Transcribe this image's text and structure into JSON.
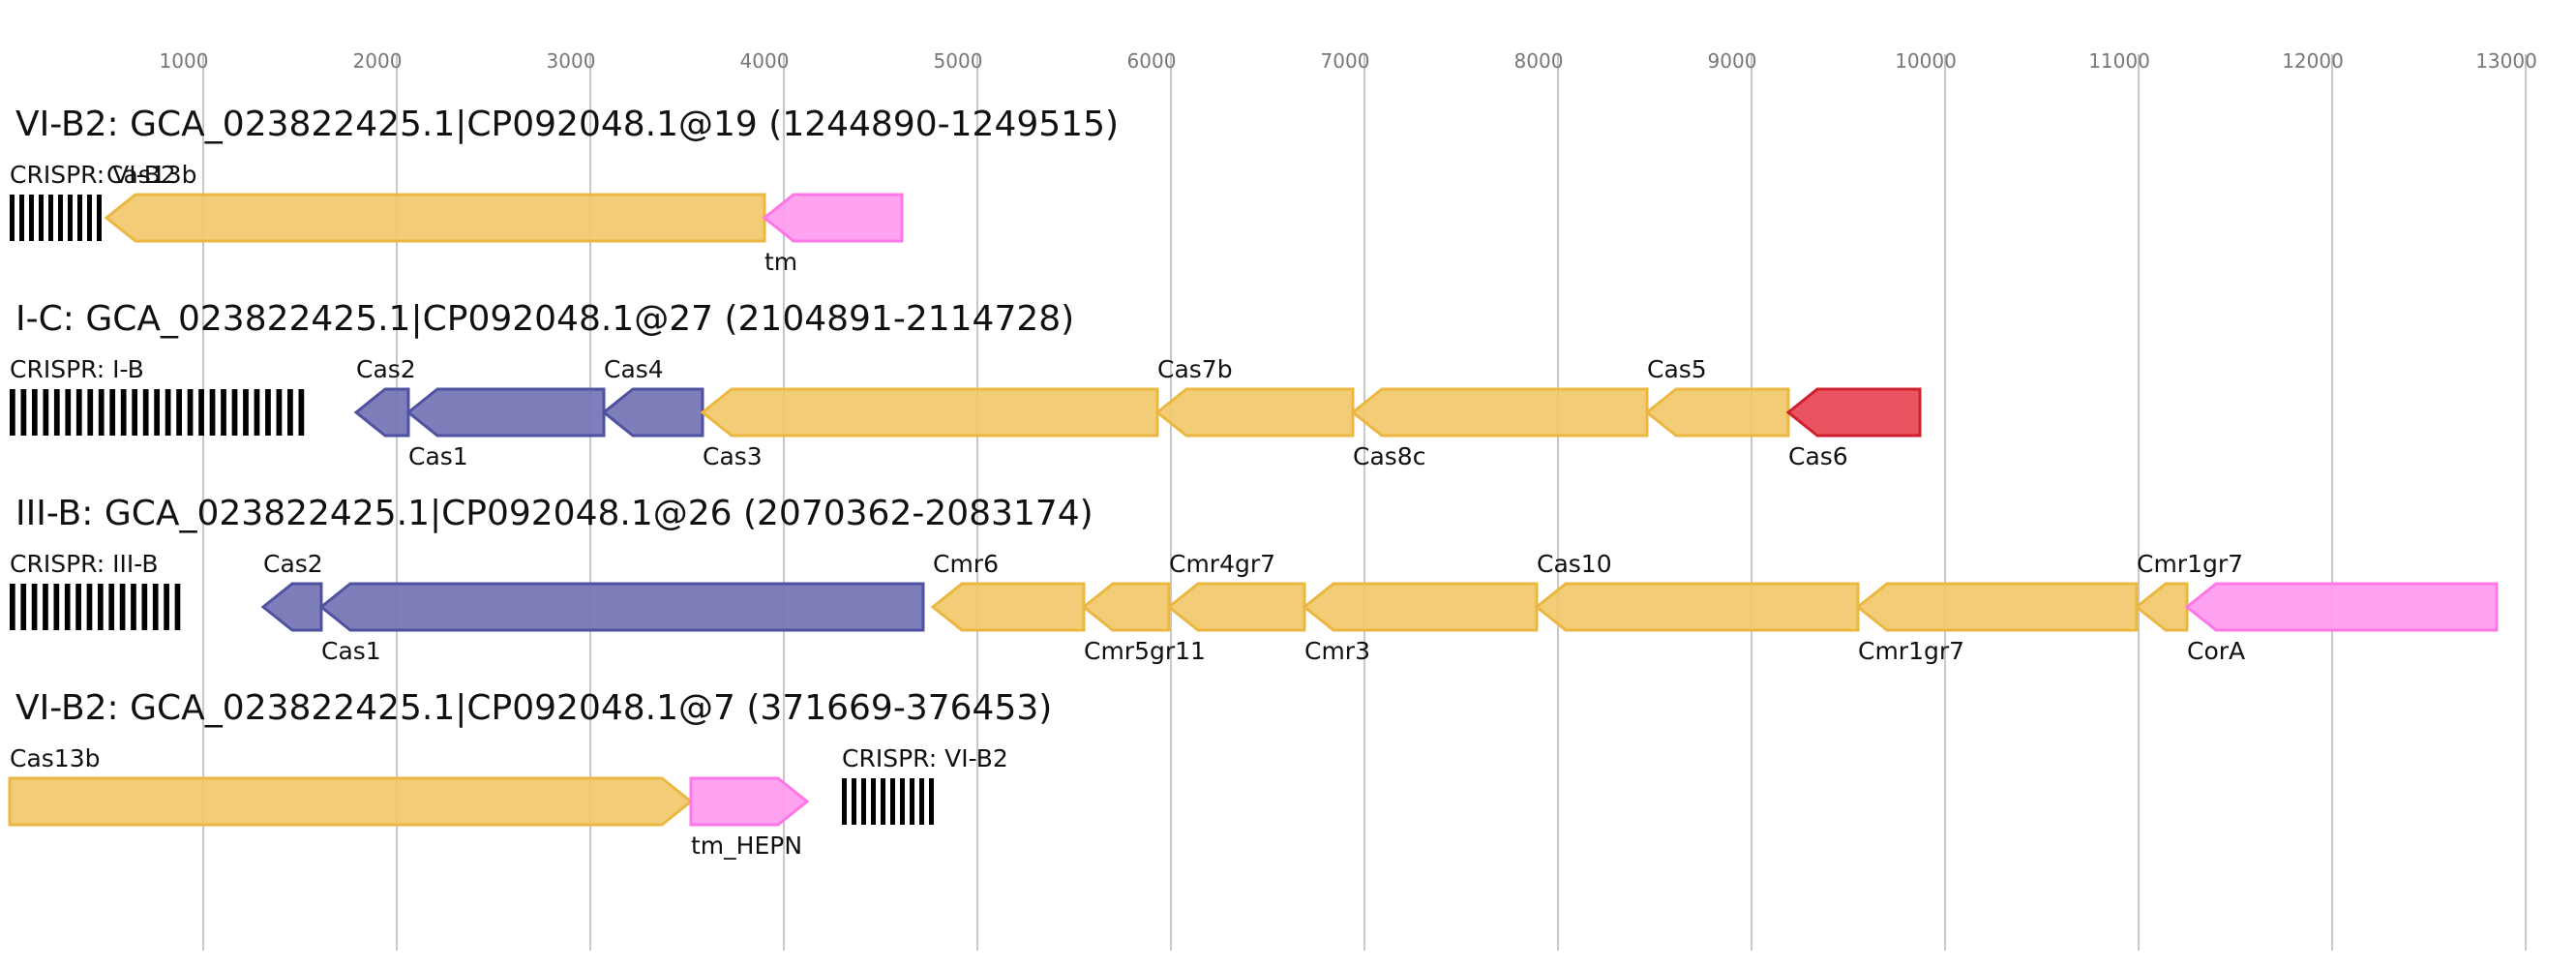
{
  "axis": {
    "min": 0,
    "max": 13100,
    "ticks": [
      1000,
      2000,
      3000,
      4000,
      5000,
      6000,
      7000,
      8000,
      9000,
      10000,
      11000,
      12000,
      13000
    ],
    "tick_labels": [
      "1000",
      "2000",
      "3000",
      "4000",
      "5000",
      "6000",
      "7000",
      "8000",
      "9000",
      "10000",
      "11000",
      "12000",
      "13000"
    ]
  },
  "colors": {
    "adaptation": "#6f70b3",
    "adaptation_stroke": "#4f52a0",
    "effector": "#f1c767",
    "effector_stroke": "#ebb741",
    "accessory": "#ff99ee",
    "accessory_stroke": "#ff77e6",
    "cas6": "#e8414f",
    "cas6_stroke": "#d01f2f",
    "crispr": "#000000"
  },
  "loci": [
    {
      "title": "VI-B2: GCA_023822425.1|CP092048.1@19 (1244890-1249515)",
      "crispr": {
        "label": "CRISPR: VI-B2",
        "start": 0,
        "end": 500,
        "bars": 10
      },
      "genes": [
        {
          "label": "Cas13b",
          "start": 500,
          "end": 3900,
          "strand": -1,
          "cat": "effector",
          "label_pos": "above"
        },
        {
          "label": "tm",
          "start": 3900,
          "end": 4610,
          "strand": -1,
          "cat": "accessory",
          "label_pos": "below"
        }
      ]
    },
    {
      "title": "I-C: GCA_023822425.1|CP092048.1@27 (2104891-2114728)",
      "crispr": {
        "label": "CRISPR: I-B",
        "start": 0,
        "end": 1550,
        "bars": 27
      },
      "genes": [
        {
          "label": "Cas2",
          "start": 1790,
          "end": 2060,
          "strand": -1,
          "cat": "adaptation",
          "label_pos": "above"
        },
        {
          "label": "Cas1",
          "start": 2060,
          "end": 3070,
          "strand": -1,
          "cat": "adaptation",
          "label_pos": "below"
        },
        {
          "label": "Cas4",
          "start": 3070,
          "end": 3580,
          "strand": -1,
          "cat": "adaptation",
          "label_pos": "above"
        },
        {
          "label": "Cas3",
          "start": 3580,
          "end": 5930,
          "strand": -1,
          "cat": "effector",
          "label_pos": "below"
        },
        {
          "label": "Cas7b",
          "start": 5930,
          "end": 6940,
          "strand": -1,
          "cat": "effector",
          "label_pos": "above"
        },
        {
          "label": "Cas8c",
          "start": 6940,
          "end": 8460,
          "strand": -1,
          "cat": "effector",
          "label_pos": "below"
        },
        {
          "label": "Cas5",
          "start": 8460,
          "end": 9190,
          "strand": -1,
          "cat": "effector",
          "label_pos": "above"
        },
        {
          "label": "Cas6",
          "start": 9190,
          "end": 9870,
          "strand": -1,
          "cat": "cas6",
          "label_pos": "below"
        }
      ]
    },
    {
      "title": "III-B: GCA_023822425.1|CP092048.1@26 (2070362-2083174)",
      "crispr": {
        "label": "CRISPR: III-B",
        "start": 0,
        "end": 910,
        "bars": 16
      },
      "genes": [
        {
          "label": "Cas2",
          "start": 1310,
          "end": 1610,
          "strand": -1,
          "cat": "adaptation",
          "label_pos": "above"
        },
        {
          "label": "Cas1",
          "start": 1610,
          "end": 4720,
          "strand": -1,
          "cat": "adaptation",
          "label_pos": "below"
        },
        {
          "label": "Cmr6",
          "start": 4770,
          "end": 5550,
          "strand": -1,
          "cat": "effector",
          "label_pos": "above"
        },
        {
          "label": "Cmr5gr11",
          "start": 5550,
          "end": 5990,
          "strand": -1,
          "cat": "effector",
          "label_pos": "below"
        },
        {
          "label": "Cmr4gr7",
          "start": 5990,
          "end": 6690,
          "strand": -1,
          "cat": "effector",
          "label_pos": "above"
        },
        {
          "label": "Cmr3",
          "start": 6690,
          "end": 7890,
          "strand": -1,
          "cat": "effector",
          "label_pos": "below"
        },
        {
          "label": "Cas10",
          "start": 7890,
          "end": 9550,
          "strand": -1,
          "cat": "effector",
          "label_pos": "above"
        },
        {
          "label": "Cmr1gr7",
          "start": 9550,
          "end": 10990,
          "strand": -1,
          "cat": "effector",
          "label_pos": "below"
        },
        {
          "label": "Cmr1gr7",
          "start": 10990,
          "end": 11250,
          "strand": -1,
          "cat": "effector",
          "label_pos": "above"
        },
        {
          "label": "CorA",
          "start": 11250,
          "end": 12850,
          "strand": -1,
          "cat": "accessory",
          "label_pos": "below"
        }
      ]
    },
    {
      "title": "VI-B2: GCA_023822425.1|CP092048.1@7 (371669-376453)",
      "crispr": {
        "label": "CRISPR: VI-B2",
        "start": 4300,
        "end": 4800,
        "bars": 10
      },
      "genes": [
        {
          "label": "Cas13b",
          "start": 0,
          "end": 3520,
          "strand": 1,
          "cat": "effector",
          "label_pos": "above"
        },
        {
          "label": "tm_HEPN",
          "start": 3520,
          "end": 4120,
          "strand": 1,
          "cat": "accessory",
          "label_pos": "below"
        }
      ]
    }
  ]
}
